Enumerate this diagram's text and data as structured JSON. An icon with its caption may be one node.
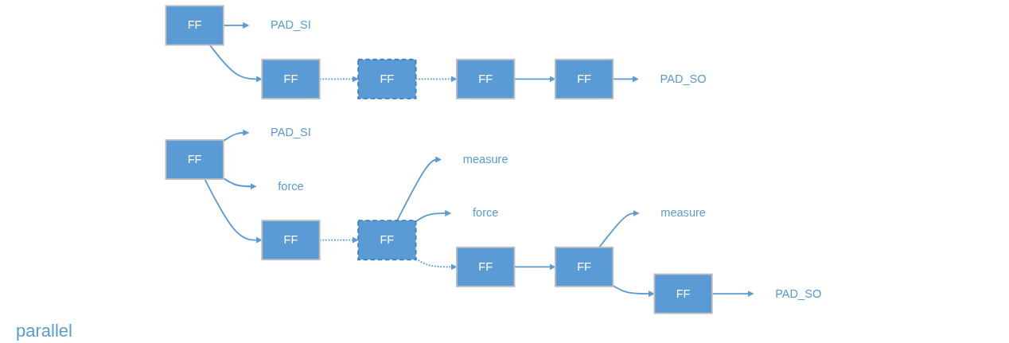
{
  "diagram": {
    "nodes": [
      {
        "text": [
          "PAD_SI"
        ]
      },
      {
        "text": [
          "FF"
        ]
      },
      {
        "text": [
          "FF"
        ]
      },
      {
        "text": [
          "FF"
        ]
      },
      {
        "text": [
          "FF"
        ]
      },
      {
        "text": [
          "FF"
        ]
      },
      {
        "text": [
          "PAD_SO"
        ]
      },
      {
        "text": [
          "PAD_SI"
        ]
      },
      {
        "text": [
          "FF"
        ]
      },
      {
        "text": [
          "force"
        ]
      },
      {
        "text": [
          "FF"
        ]
      },
      {
        "text": [
          "FF"
        ]
      },
      {
        "text": [
          "measure"
        ]
      },
      {
        "text": [
          "force"
        ]
      },
      {
        "text": [
          "FF"
        ]
      },
      {
        "text": [
          "FF"
        ]
      },
      {
        "text": [
          "measure"
        ]
      },
      {
        "text": [
          "FF"
        ]
      },
      {
        "text": [
          "PAD_SO"
        ]
      }
    ],
    "edges": [
      {
        "from": 1,
        "to": 0,
        "arrow": "to"
      },
      {
        "from": 1,
        "to": 2,
        "arrow": "to"
      },
      {
        "from": 2,
        "to": 3,
        "arrow": "to",
        "style": "dashed"
      },
      {
        "from": 3,
        "to": 4,
        "arrow": "to",
        "style": "dashed"
      },
      {
        "from": 4,
        "to": 5,
        "arrow": "to"
      },
      {
        "from": 5,
        "to": 6,
        "arrow": "to"
      },
      {
        "from": 8,
        "to": 7,
        "arrow": "to"
      },
      {
        "from": 8,
        "to": 10,
        "arrow": "to"
      },
      {
        "from": 8,
        "to": 9,
        "arrow": "to"
      },
      {
        "from": 10,
        "to": 11,
        "arrow": "to",
        "style": "dashed"
      },
      {
        "from": 11,
        "to": 14,
        "arrow": "to",
        "style": "dashed"
      },
      {
        "from": 11,
        "to": 12,
        "arrow": "to"
      },
      {
        "from": 11,
        "to": 13,
        "arrow": "to"
      },
      {
        "from": 14,
        "to": 15,
        "arrow": "to"
      },
      {
        "from": 15,
        "to": 17,
        "arrow": "to"
      },
      {
        "from": 15,
        "to": 16,
        "arrow": "to"
      },
      {
        "from": 17,
        "to": 18,
        "arrow": "to"
      }
    ],
    "labels": [
      "parallel"
    ]
  }
}
